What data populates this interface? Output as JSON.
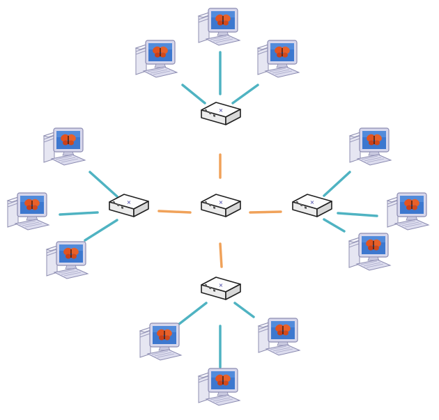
{
  "diagram": {
    "type": "network-topology",
    "topology": "extended star",
    "colors": {
      "background": "#ffffff",
      "backbone_link": "#f0a25a",
      "access_link": "#4fb3c2",
      "switch_top": "#fdfdfd",
      "switch_side": "#e4e4e4",
      "switch_outline": "#1f1f1f",
      "monitor_frame": "#cfcfe6",
      "monitor_screen": "#2f6fc6",
      "butterfly": "#e2531f",
      "tower": "#d8d8ea"
    },
    "icons": {
      "switch": "network-switch-icon",
      "computer": "desktop-computer-icon"
    },
    "nodes": {
      "core": {
        "kind": "switch"
      },
      "branches": [
        {
          "id": "top",
          "computers": 3
        },
        {
          "id": "left",
          "computers": 3
        },
        {
          "id": "right",
          "computers": 3
        },
        {
          "id": "bottom",
          "computers": 3
        }
      ]
    }
  }
}
